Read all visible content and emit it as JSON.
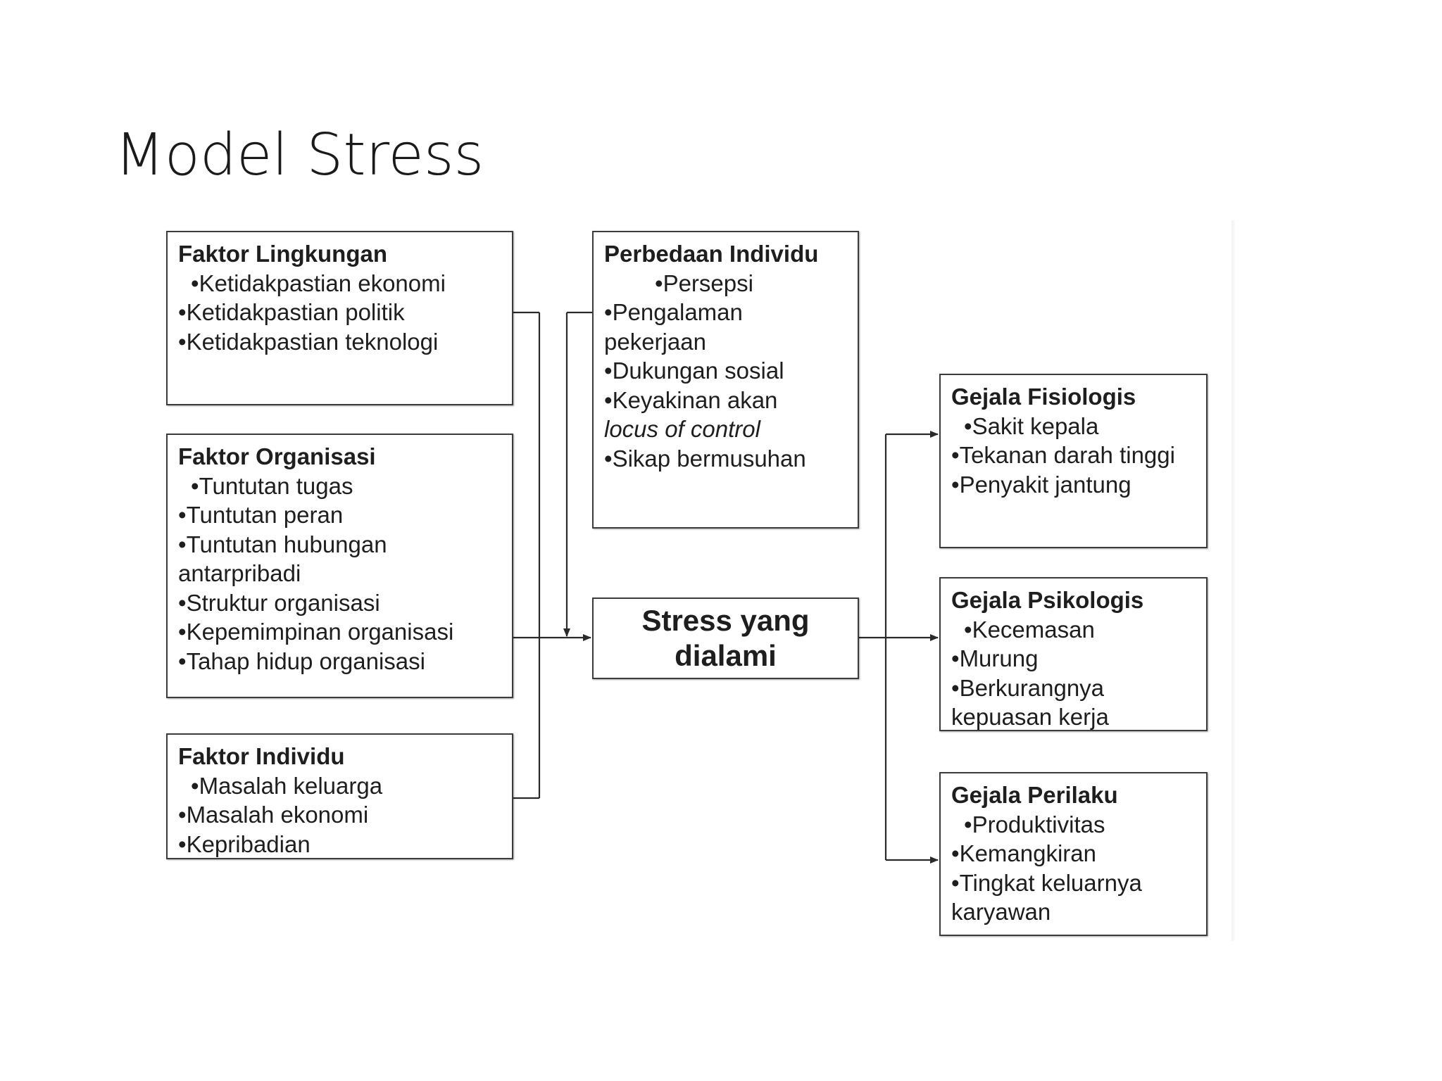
{
  "title": "Model Stress",
  "diagram": {
    "faktor_lingkungan": {
      "heading": "Faktor Lingkungan",
      "items": [
        "Ketidakpastian ekonomi",
        "Ketidakpastian politik",
        "Ketidakpastian teknologi"
      ]
    },
    "faktor_organisasi": {
      "heading": "Faktor Organisasi",
      "items": [
        "Tuntutan tugas",
        "Tuntutan peran",
        "Tuntutan hubungan",
        "antarpribadi",
        "Struktur organisasi",
        "Kepemimpinan organisasi",
        "Tahap hidup organisasi"
      ]
    },
    "faktor_individu": {
      "heading": "Faktor Individu",
      "items": [
        "Masalah keluarga",
        "Masalah ekonomi",
        "Kepribadian"
      ]
    },
    "perbedaan_individu": {
      "heading": "Perbedaan Individu",
      "items": [
        "Persepsi",
        "Pengalaman",
        "pekerjaan",
        "Dukungan sosial",
        "Keyakinan akan",
        "locus of control",
        "Sikap bermusuhan"
      ]
    },
    "stress_center": {
      "line1": "Stress yang",
      "line2": "dialami"
    },
    "gejala_fisiologis": {
      "heading": "Gejala Fisiologis",
      "items": [
        "Sakit kepala",
        "Tekanan darah tinggi",
        "Penyakit jantung"
      ]
    },
    "gejala_psikologis": {
      "heading": "Gejala Psikologis",
      "items": [
        "Kecemasan",
        "Murung",
        "Berkurangnya",
        "kepuasan kerja"
      ]
    },
    "gejala_perilaku": {
      "heading": "Gejala Perilaku",
      "items": [
        "Produktivitas",
        "Kemangkiran",
        "Tingkat keluarnya",
        "karyawan"
      ]
    }
  }
}
